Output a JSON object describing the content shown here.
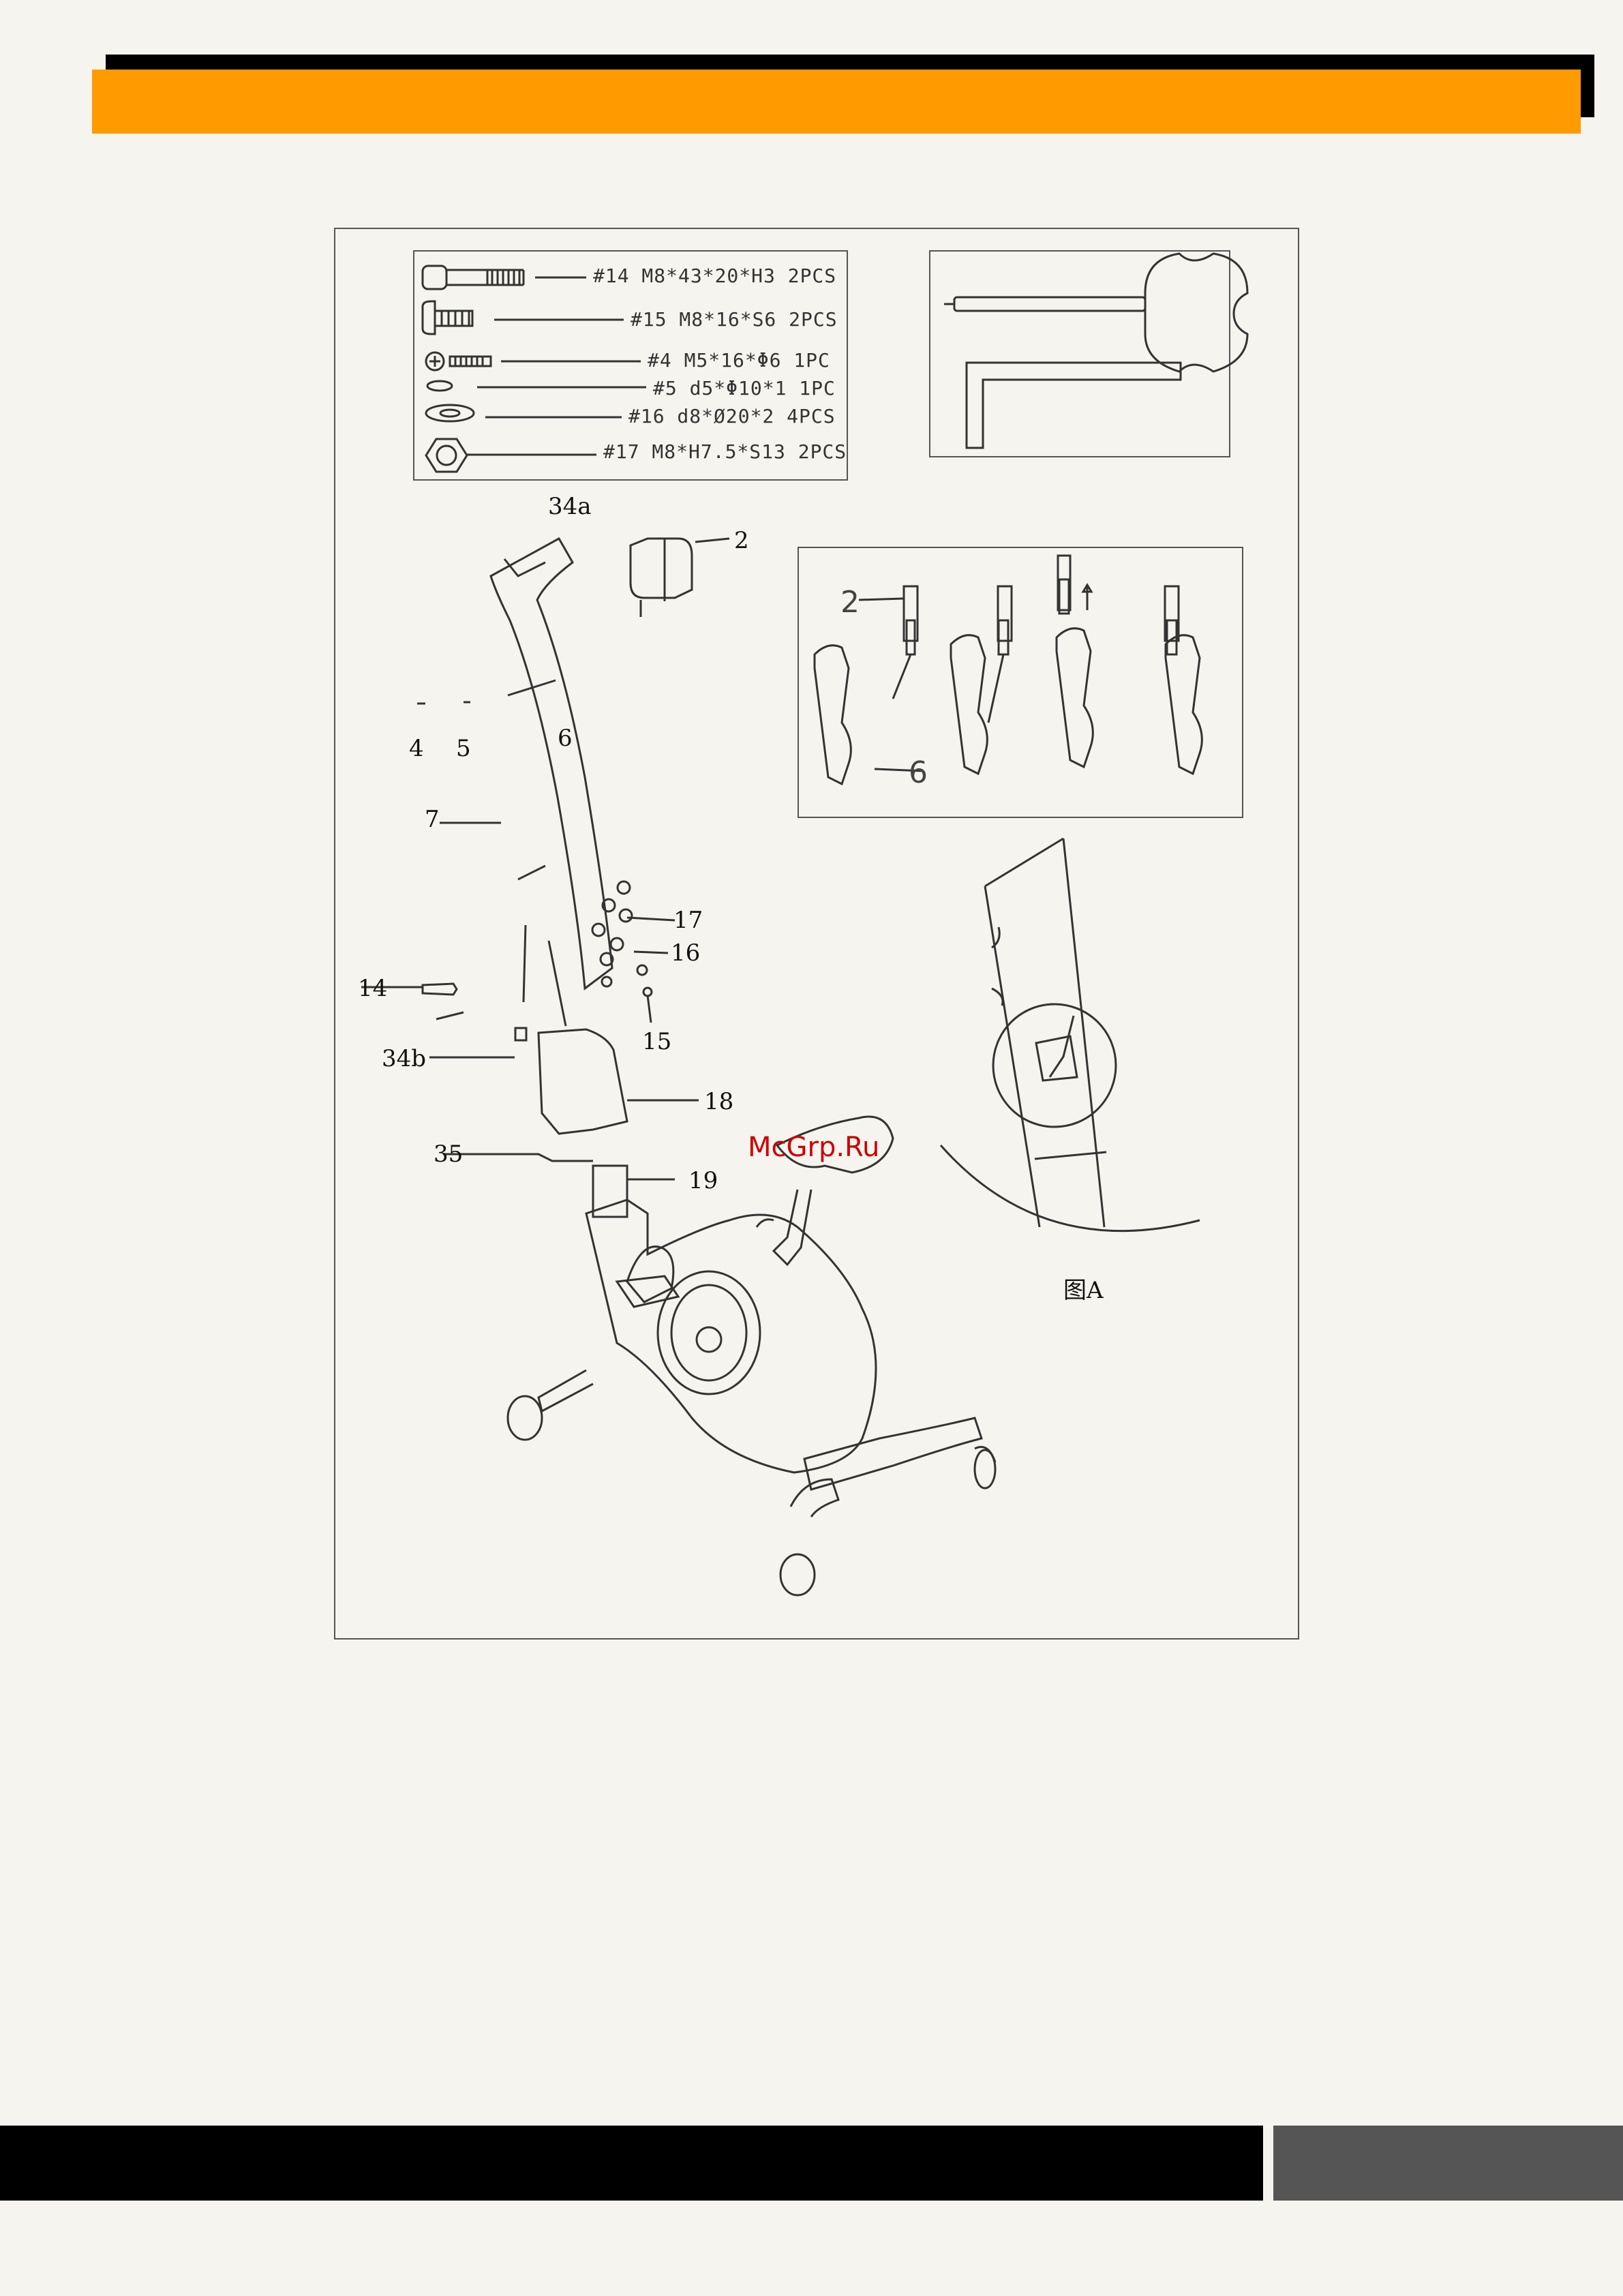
{
  "hardware": [
    {
      "label": "#14  M8*43*20*H3  2PCS"
    },
    {
      "label": "#15  M8*16*S6  2PCS"
    },
    {
      "label": "#4  M5*16*Φ6  1PC"
    },
    {
      "label": "#5  d5*Φ10*1  1PC"
    },
    {
      "label": "#16  d8*Ø20*2  4PCS"
    },
    {
      "label": "#17  M8*H7.5*S13  2PCS"
    }
  ],
  "callouts": {
    "c34a": "34a",
    "c2": "2",
    "c4": "4",
    "c5": "5",
    "c6": "6",
    "c7": "7",
    "c17": "17",
    "c16": "16",
    "c14": "14",
    "c15": "15",
    "c34b": "34b",
    "c18": "18",
    "c35": "35",
    "c19": "19"
  },
  "detail_labels": {
    "top": "2",
    "bottom": "6"
  },
  "figure_a_label": "图A",
  "watermark": "McGrp.Ru",
  "colors": {
    "accent": "#ff9a00",
    "page": "#f5f4ee",
    "footer_gray": "#555555"
  }
}
